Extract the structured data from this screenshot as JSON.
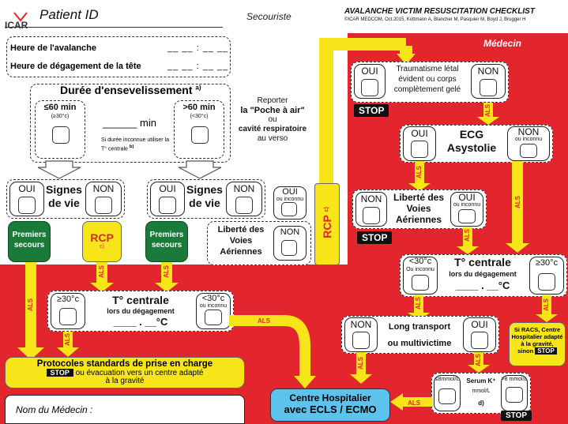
{
  "header": {
    "logo_text": "ICAR",
    "title": "Patient ID",
    "role": "Secouriste",
    "checklist_title": "AVALANCHE VICTIM RESUSCITATION CHECKLIST",
    "credits": "©ICAR MEDCOM, Oct.2015, Kottmann A, Blancher M, Pasquier M, Boyd J, Brugger H"
  },
  "times": {
    "avalanche_label": "Heure de l'avalanche",
    "head_label": "Heure de dégagement de la tête",
    "placeholder": "__ __ : __ __"
  },
  "burial": {
    "title": "Durée d'ensevelissement",
    "title_sup": "a)",
    "le60": "≤60 min",
    "le60_sub": "(≥30°c)",
    "gt60": ">60 min",
    "gt60_sub": "(<30°c)",
    "min_blank": "______ min",
    "unknown_note": "Si durée inconnue utiliser la T° centrale",
    "unknown_sup": "b)"
  },
  "air_pocket": {
    "line1": "Reporter",
    "line2": "la \"Poche à air\"",
    "line3": "ou",
    "line4": "cavité respiratoire",
    "line5": "au verso"
  },
  "vital_signs": {
    "oui": "OUI",
    "non": "NON",
    "label1": "Signes",
    "label2": "de vie"
  },
  "left_actions": {
    "first_aid_1": "Premiers",
    "first_aid_2": "secours",
    "rcp": "RCP",
    "rcp_sup": "c)"
  },
  "airway": {
    "oui": "OUI",
    "oui_sub": "ou inconnu",
    "non": "NON",
    "label1": "Liberté des",
    "label2": "Voies",
    "label3": "Aériennes"
  },
  "vertical_rcp": {
    "label": "RCP",
    "sup": "c)"
  },
  "medecin": {
    "title": "Médecin",
    "trauma": {
      "oui": "OUI",
      "non": "NON",
      "text1": "Traumatisme létal",
      "text2": "évident ou corps",
      "text3": "complètement gelé",
      "stop": "STOP"
    },
    "ecg": {
      "oui": "OUI",
      "non": "NON",
      "non_sub": "ou inconnu",
      "line1": "ECG",
      "line2": "Asystolie"
    },
    "airway": {
      "non": "NON",
      "oui": "OUI",
      "oui_sub": "ou inconnu",
      "line1": "Liberté des",
      "line2": "Voies",
      "line3": "Aériennes",
      "stop": "STOP"
    },
    "temp": {
      "lt30": "<30°c",
      "lt30_sub": "Ou inconnu",
      "ge30": "≥30°c",
      "title": "T° centrale",
      "sub": "lors du dégagement",
      "blank": "____ . __°C"
    },
    "transport": {
      "non": "NON",
      "oui": "OUI",
      "line1": "Long transport",
      "line2": "ou multivictime"
    },
    "racs": {
      "line1": "Si RACS, Centre",
      "line2": "Hospitalier adapté",
      "line3": "à la gravité,",
      "line4": "sinon",
      "stop": "STOP"
    },
    "potassium": {
      "low": "≤8mmol/L",
      "high": ">8 mmol/L",
      "title": "Serum K⁺",
      "unit": "mmol/L",
      "sup": "d)",
      "stop": "STOP"
    }
  },
  "left_temp": {
    "ge30": "≥30°c",
    "lt30": "<30°c",
    "lt30_sub": "ou inconnu",
    "title": "T° centrale",
    "sub": "lors du dégagement",
    "blank": "____ . __°C"
  },
  "protocols": {
    "line1": "Protocoles standards de prise en charge",
    "stop": "STOP",
    "line2": "ou évacuation vers un centre adapté",
    "line3": "à la gravité"
  },
  "hospital": {
    "line1": "Centre Hospitalier",
    "line2": "avec ECLS / ECMO"
  },
  "doctor_name": {
    "label": "Nom du Médecin :"
  },
  "als": "ALS",
  "colors": {
    "red": "#e3262d",
    "yellow": "#f7e51a",
    "green": "#1a7a3a",
    "blue": "#5bc3ee"
  }
}
